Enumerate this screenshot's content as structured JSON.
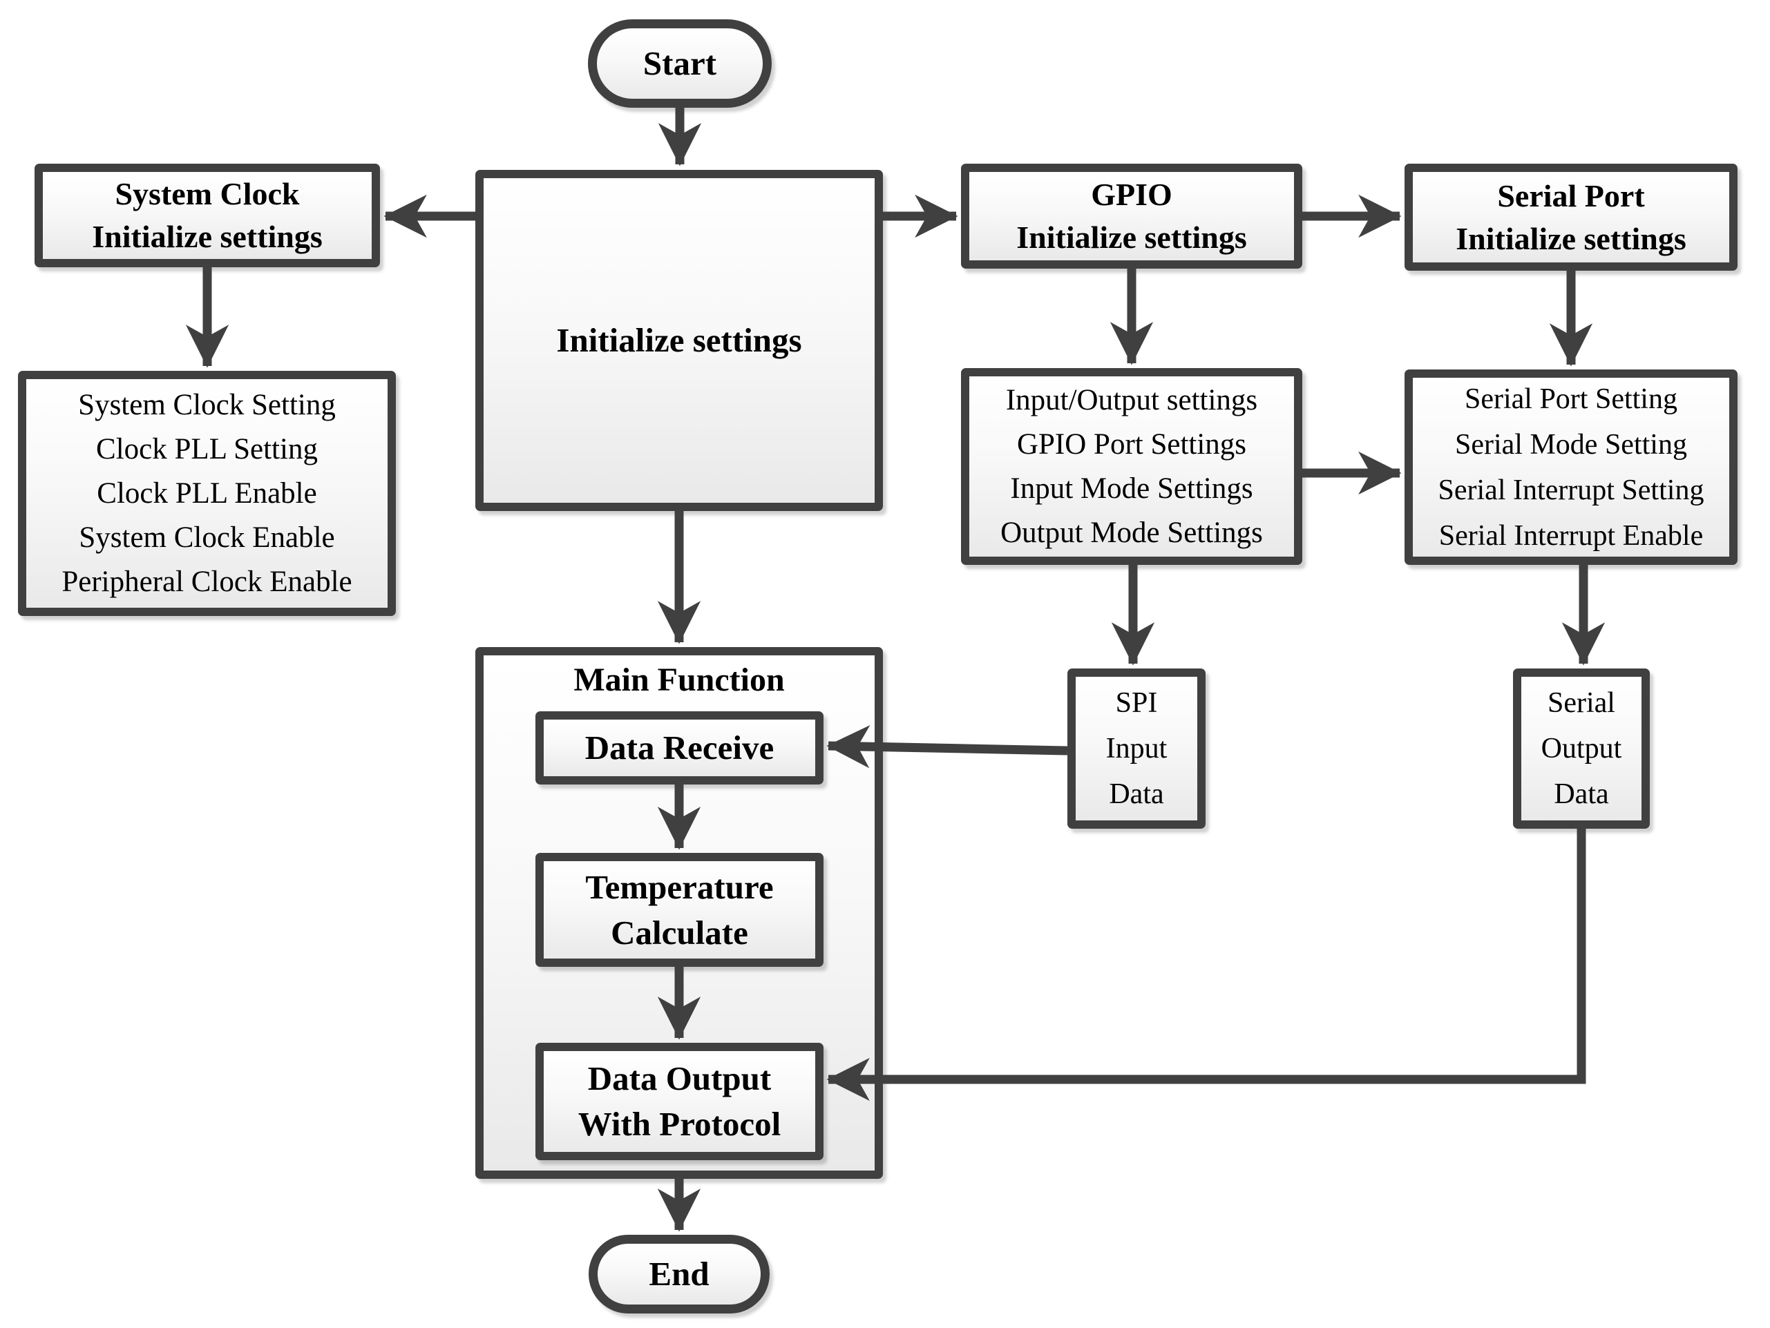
{
  "diagram": {
    "type": "flowchart",
    "nodes": {
      "start": {
        "label": "Start",
        "shape": "terminator"
      },
      "initialize_settings": {
        "label": "Initialize settings",
        "shape": "process"
      },
      "system_clock_init": {
        "label": [
          "System Clock",
          "Initialize settings"
        ],
        "shape": "process"
      },
      "gpio_init": {
        "label": [
          "GPIO",
          "Initialize settings"
        ],
        "shape": "process"
      },
      "serial_port_init": {
        "label": [
          "Serial Port",
          "Initialize settings"
        ],
        "shape": "process"
      },
      "system_clock_detail": {
        "items": [
          "System Clock Setting",
          "Clock PLL Setting",
          "Clock PLL Enable",
          "System Clock Enable",
          "Peripheral Clock Enable"
        ],
        "shape": "process"
      },
      "gpio_detail": {
        "items": [
          "Input/Output settings",
          "GPIO Port Settings",
          "Input Mode Settings",
          "Output Mode Settings"
        ],
        "shape": "process"
      },
      "serial_detail": {
        "items": [
          "Serial Port Setting",
          "Serial Mode Setting",
          "Serial Interrupt Setting",
          "Serial Interrupt Enable"
        ],
        "shape": "process"
      },
      "spi_input_data": {
        "label": [
          "SPI",
          "Input",
          "Data"
        ],
        "shape": "data"
      },
      "serial_output_data": {
        "label": [
          "Serial",
          "Output",
          "Data"
        ],
        "shape": "data"
      },
      "main_function": {
        "label": "Main Function",
        "shape": "container"
      },
      "data_receive": {
        "label": "Data Receive",
        "shape": "process"
      },
      "temperature_calculate": {
        "label": [
          "Temperature",
          "Calculate"
        ],
        "shape": "process"
      },
      "data_output_with_protocol": {
        "label": [
          "Data Output",
          "With Protocol"
        ],
        "shape": "process"
      },
      "end": {
        "label": "End",
        "shape": "terminator"
      }
    },
    "edges": [
      {
        "from": "start",
        "to": "initialize_settings"
      },
      {
        "from": "initialize_settings",
        "to": "system_clock_init"
      },
      {
        "from": "initialize_settings",
        "to": "gpio_init"
      },
      {
        "from": "gpio_init",
        "to": "serial_port_init"
      },
      {
        "from": "system_clock_init",
        "to": "system_clock_detail"
      },
      {
        "from": "gpio_init",
        "to": "gpio_detail"
      },
      {
        "from": "serial_port_init",
        "to": "serial_detail"
      },
      {
        "from": "gpio_detail",
        "to": "serial_detail"
      },
      {
        "from": "gpio_detail",
        "to": "spi_input_data"
      },
      {
        "from": "serial_detail",
        "to": "serial_output_data"
      },
      {
        "from": "initialize_settings",
        "to": "main_function"
      },
      {
        "from": "spi_input_data",
        "to": "data_receive"
      },
      {
        "from": "data_receive",
        "to": "temperature_calculate"
      },
      {
        "from": "temperature_calculate",
        "to": "data_output_with_protocol"
      },
      {
        "from": "serial_output_data",
        "to": "data_output_with_protocol"
      },
      {
        "from": "main_function",
        "to": "end"
      }
    ],
    "colors": {
      "line": "#404040",
      "border": "#404040",
      "text": "#000000",
      "fill_top": "#ffffff",
      "fill_bottom": "#e9e9e9",
      "background": "#ffffff"
    }
  }
}
